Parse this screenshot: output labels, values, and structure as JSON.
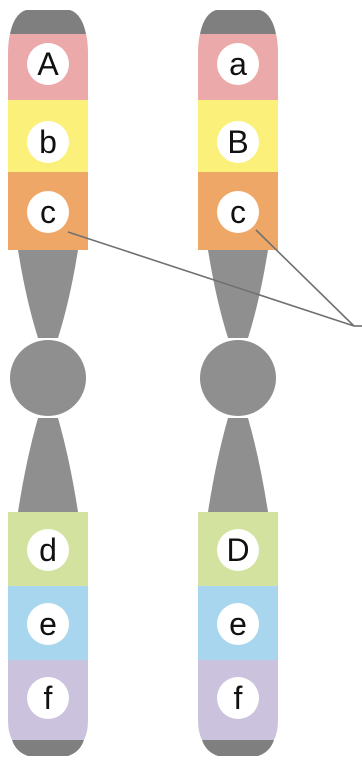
{
  "colors": {
    "chromatid": "#8f8f8f",
    "telomere": "#7f7f7f",
    "label_circle": "#ffffff",
    "pointer_line": "#707070",
    "band_red": "#eca9a9",
    "band_yellow": "#fbf07a",
    "band_orange": "#efa767",
    "band_green": "#d3e39f",
    "band_blue": "#a8d6ee",
    "band_lavender": "#cbc3dd"
  },
  "chromosomes": [
    {
      "name": "left-chromosome",
      "upper_genes": [
        {
          "label": "A",
          "color": "band_red"
        },
        {
          "label": "b",
          "color": "band_yellow"
        },
        {
          "label": "c",
          "color": "band_orange"
        }
      ],
      "lower_genes": [
        {
          "label": "d",
          "color": "band_green"
        },
        {
          "label": "e",
          "color": "band_blue"
        },
        {
          "label": "f",
          "color": "band_lavender"
        }
      ]
    },
    {
      "name": "right-chromosome",
      "upper_genes": [
        {
          "label": "a",
          "color": "band_red"
        },
        {
          "label": "B",
          "color": "band_yellow"
        },
        {
          "label": "c",
          "color": "band_orange"
        }
      ],
      "lower_genes": [
        {
          "label": "D",
          "color": "band_green"
        },
        {
          "label": "e",
          "color": "band_blue"
        },
        {
          "label": "f",
          "color": "band_lavender"
        }
      ]
    }
  ]
}
